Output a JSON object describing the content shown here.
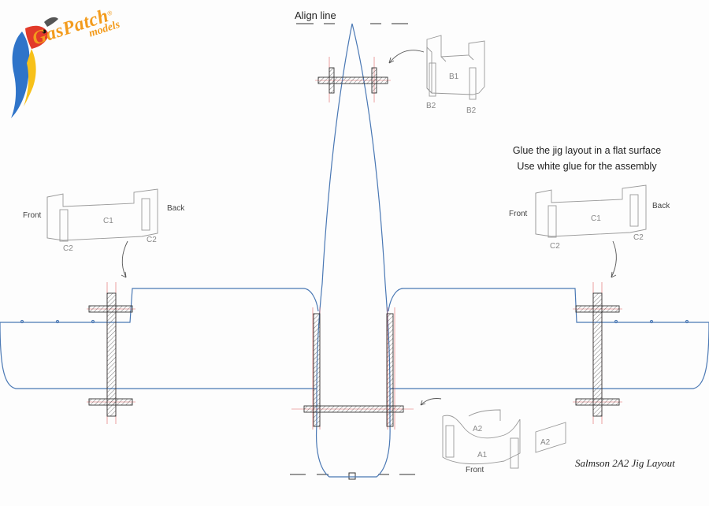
{
  "logo": {
    "brand": "GasPatch",
    "mark": "®",
    "sub": "models",
    "icon": "parrot-icon",
    "color": "#f39b1c"
  },
  "labels": {
    "align_line": "Align line",
    "instructions": [
      "Glue the jig layout in a flat surface",
      "Use white glue for the assembly"
    ],
    "title": "Salmson 2A2 Jig Layout"
  },
  "parts": {
    "part_b": {
      "main": "B1",
      "left": "B2",
      "right": "B2"
    },
    "part_c_left": {
      "front": "Front",
      "back": "Back",
      "main": "C1",
      "left": "C2",
      "right": "C2"
    },
    "part_c_right": {
      "front": "Front",
      "back": "Back",
      "main": "C1",
      "left": "C2",
      "right": "C2"
    },
    "part_a": {
      "main": "A1",
      "left": "A2",
      "right": "A2",
      "front": "Front"
    }
  },
  "colors": {
    "outline": "#4a78b4",
    "guide": "#e06060",
    "part": "#9a9a9a",
    "jig": "#333333"
  }
}
